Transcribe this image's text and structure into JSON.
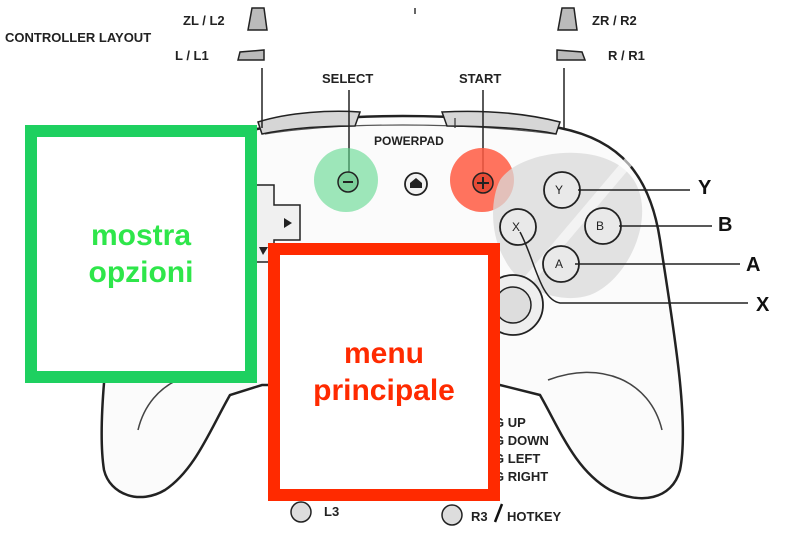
{
  "header": {
    "title": "CONTROLLER LAYOUT"
  },
  "shoulders": {
    "left_trigger": "ZL / L2",
    "left_bumper": "L / L1",
    "right_trigger": "ZR / R2",
    "right_bumper": "R / R1"
  },
  "center": {
    "select": "SELECT",
    "start": "START",
    "home": "POWERPAD"
  },
  "face": {
    "y_label": "Y",
    "b_label": "B",
    "a_label": "A",
    "x_label": "X",
    "y_btn": "Y",
    "b_btn": "B",
    "a_btn": "A",
    "x_btn": "X"
  },
  "stick": {
    "up": "LOG UP",
    "down": "LOG DOWN",
    "left": "LOG LEFT",
    "right": "LOG RIGHT",
    "l3": "L3",
    "r3": "R3",
    "hotkey": "HOTKEY"
  },
  "overlays": {
    "left_text": "mostra\nopzioni",
    "left_color": "#1ed060",
    "right_text": "menu\nprincipale",
    "right_color": "#ff2a00"
  },
  "colors": {
    "select_highlight": "#5fd98e",
    "start_highlight": "#ff5a42",
    "face_highlight": "#d9d9d9"
  }
}
